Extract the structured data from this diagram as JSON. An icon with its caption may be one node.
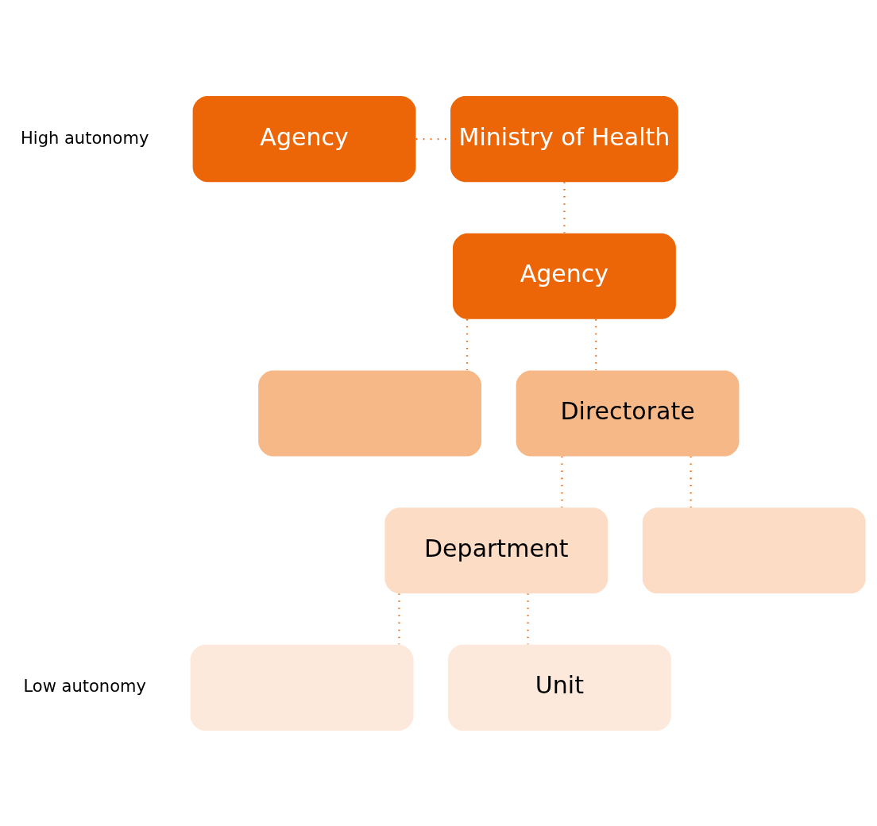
{
  "diagram": {
    "nodes": [
      {
        "text": [
          "Agency"
        ]
      },
      {
        "text": [
          "Ministry of Health"
        ]
      },
      {
        "text": [
          "Agency"
        ]
      },
      {
        "text": [
          "Directorate"
        ]
      },
      {
        "text": [],
        "shape": "box"
      },
      {
        "text": [],
        "shape": "box"
      },
      {
        "text": [
          "Department"
        ]
      },
      {
        "text": [],
        "shape": "box"
      },
      {
        "text": [
          "Unit"
        ]
      }
    ],
    "edges": [
      {
        "from": 0,
        "to": 1,
        "arrow": "none"
      },
      {
        "from": 1,
        "to": 2,
        "arrow": "none"
      },
      {
        "from": 2,
        "to": 3,
        "arrow": "none"
      },
      {
        "from": 2,
        "to": 4,
        "arrow": "none"
      },
      {
        "from": 3,
        "to": 5,
        "arrow": "none"
      },
      {
        "from": 3,
        "to": 6,
        "arrow": "none"
      },
      {
        "from": 6,
        "to": 7,
        "arrow": "none"
      },
      {
        "from": 6,
        "to": 8,
        "arrow": "none"
      }
    ],
    "labels": [
      "High autonomy",
      "Low autonomy"
    ]
  }
}
